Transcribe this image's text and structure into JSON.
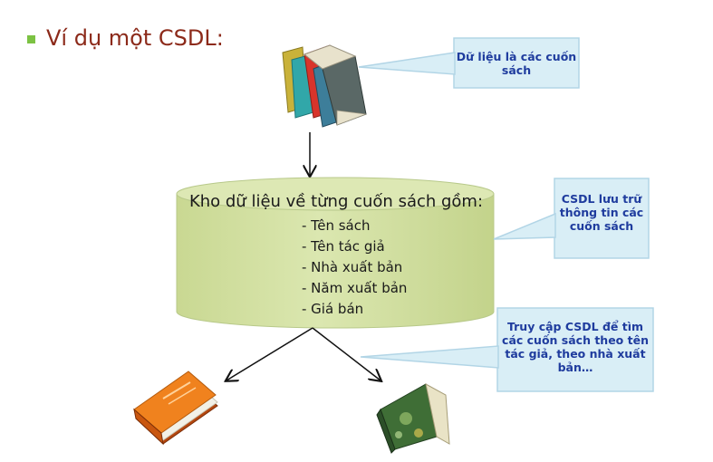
{
  "title": "Ví dụ một CSDL:",
  "callouts": {
    "books": "Dữ liệu là các cuốn sách",
    "storage": "CSDL lưu trữ thông tin các cuốn sách",
    "access": "Truy cập CSDL để tìm các cuốn sách theo tên tác giả, theo nhà xuất bản…"
  },
  "database": {
    "title": "Kho dữ liệu về từng cuốn sách gồm:",
    "items": [
      "- Tên sách",
      "- Tên tác giả",
      "- Nhà xuất bản",
      "- Năm xuất bản",
      "- Giá bán"
    ]
  },
  "colors": {
    "title": "#8c2a1a",
    "bullet": "#7cc243",
    "cylinder_fill": "#d6e3a8",
    "cylinder_stroke": "#b8c98a",
    "callout_fill": "#d9eef6",
    "callout_stroke": "#b2d5e6",
    "callout_text": "#1f3c9e"
  },
  "icons": [
    "book-stack-icon",
    "orange-book-icon",
    "green-book-icon",
    "bullet-square-icon"
  ]
}
